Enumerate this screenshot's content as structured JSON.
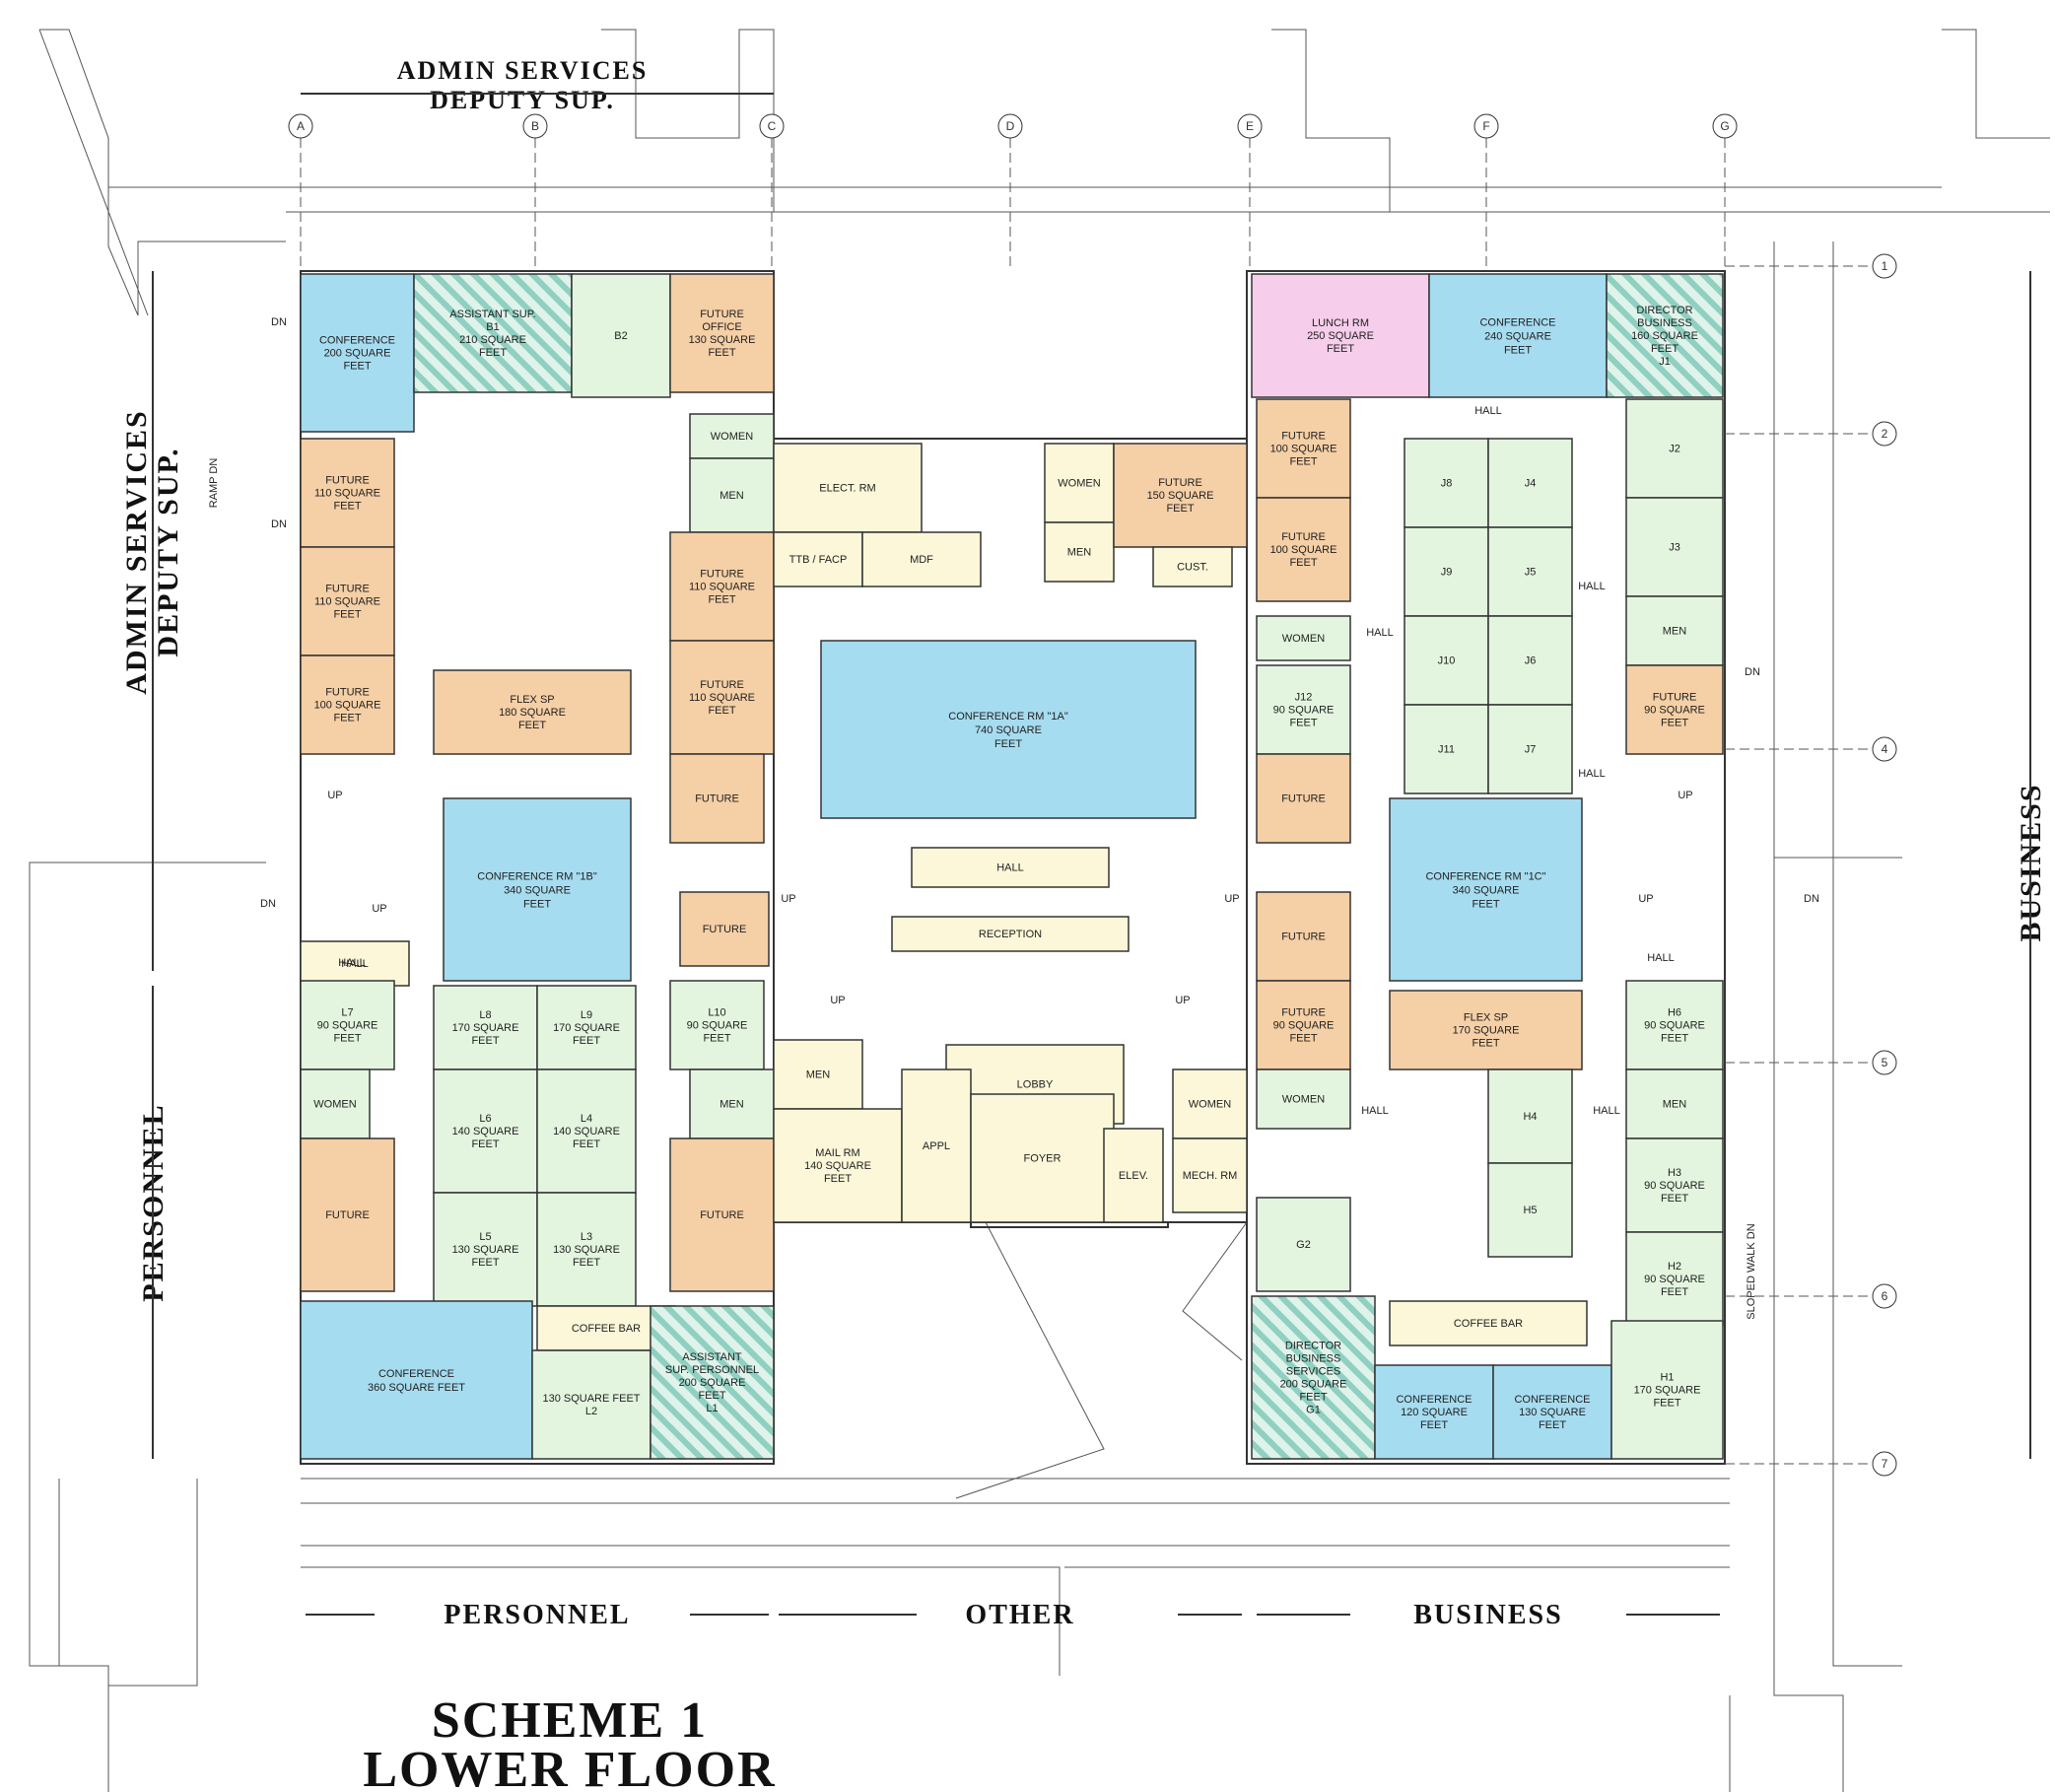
{
  "title": {
    "line1": "SCHEME 1",
    "line2": "LOWER FLOOR"
  },
  "zones": {
    "top": [
      "ADMIN SERVICES",
      "DEPUTY SUP."
    ],
    "left_top": [
      "ADMIN SERVICES",
      "DEPUTY SUP."
    ],
    "left_bottom": "PERSONNEL",
    "right": "BUSINESS",
    "bottom_left": "PERSONNEL",
    "bottom_mid": "OTHER",
    "bottom_right": "BUSINESS"
  },
  "grid_cols": [
    "A",
    "B",
    "C",
    "D",
    "E",
    "F",
    "G"
  ],
  "grid_rows": [
    "1",
    "2",
    "4",
    "5",
    "6",
    "7"
  ],
  "colors": {
    "conference": "#a6dcf0",
    "future": "#f5cfa5",
    "office": "#e3f5df",
    "hall": "#fbf7d8",
    "lunch": "#f6cdea",
    "hatch": "#8fd0c0"
  },
  "rooms": [
    {
      "id": "r1",
      "lines": [
        "CONFERENCE",
        "200 SQUARE",
        "FEET"
      ],
      "kind": "conference"
    },
    {
      "id": "r2",
      "lines": [
        "ASSISTANT SUP.",
        "B1",
        "210 SQUARE",
        "FEET"
      ],
      "kind": "hatch"
    },
    {
      "id": "r3",
      "lines": [
        "B2"
      ],
      "kind": "office"
    },
    {
      "id": "r4",
      "lines": [
        "FUTURE",
        "OFFICE",
        "130 SQUARE",
        "FEET"
      ],
      "kind": "future"
    },
    {
      "id": "r5",
      "lines": [
        "FUTURE",
        "110 SQUARE",
        "FEET"
      ],
      "kind": "future"
    },
    {
      "id": "r6",
      "lines": [
        "FUTURE",
        "110 SQUARE",
        "FEET"
      ],
      "kind": "future"
    },
    {
      "id": "r7",
      "lines": [
        "FUTURE",
        "100 SQUARE",
        "FEET"
      ],
      "kind": "future"
    },
    {
      "id": "r8",
      "lines": [
        "FLEX SP",
        "180 SQUARE",
        "FEET"
      ],
      "kind": "future"
    },
    {
      "id": "r9",
      "lines": [
        "WOMEN"
      ],
      "kind": "office"
    },
    {
      "id": "r10",
      "lines": [
        "MEN"
      ],
      "kind": "office"
    },
    {
      "id": "r11",
      "lines": [
        "FUTURE",
        "110 SQUARE",
        "FEET"
      ],
      "kind": "future"
    },
    {
      "id": "r12",
      "lines": [
        "FUTURE",
        "110 SQUARE",
        "FEET"
      ],
      "kind": "future"
    },
    {
      "id": "r13",
      "lines": [
        "FUTURE"
      ],
      "kind": "future"
    },
    {
      "id": "r14",
      "lines": [
        "CONFERENCE RM \"1B\"",
        "340 SQUARE",
        "FEET"
      ],
      "kind": "conference"
    },
    {
      "id": "r15",
      "lines": [
        "HALL"
      ],
      "kind": "hall"
    },
    {
      "id": "r16",
      "lines": [
        "L7",
        "90 SQUARE",
        "FEET"
      ],
      "kind": "office"
    },
    {
      "id": "r17",
      "lines": [
        "L8",
        "170 SQUARE",
        "FEET"
      ],
      "kind": "office"
    },
    {
      "id": "r18",
      "lines": [
        "L9",
        "170 SQUARE",
        "FEET"
      ],
      "kind": "office"
    },
    {
      "id": "r19",
      "lines": [
        "L10",
        "90 SQUARE",
        "FEET"
      ],
      "kind": "office"
    },
    {
      "id": "r20",
      "lines": [
        "FUTURE"
      ],
      "kind": "future"
    },
    {
      "id": "r21",
      "lines": [
        "WOMEN"
      ],
      "kind": "office"
    },
    {
      "id": "r22",
      "lines": [
        "L6",
        "140 SQUARE",
        "FEET"
      ],
      "kind": "office"
    },
    {
      "id": "r23",
      "lines": [
        "L4",
        "140 SQUARE",
        "FEET"
      ],
      "kind": "office"
    },
    {
      "id": "r24",
      "lines": [
        "MEN"
      ],
      "kind": "office"
    },
    {
      "id": "r25",
      "lines": [
        "FUTURE"
      ],
      "kind": "future"
    },
    {
      "id": "r26",
      "lines": [
        "L5",
        "130 SQUARE",
        "FEET"
      ],
      "kind": "office"
    },
    {
      "id": "r27",
      "lines": [
        "L3",
        "130 SQUARE",
        "FEET"
      ],
      "kind": "office"
    },
    {
      "id": "r28",
      "lines": [
        "FUTURE"
      ],
      "kind": "future"
    },
    {
      "id": "r29",
      "lines": [
        "COFFEE BAR"
      ],
      "kind": "hall"
    },
    {
      "id": "r30",
      "lines": [
        "CONFERENCE",
        "360 SQUARE FEET"
      ],
      "kind": "conference"
    },
    {
      "id": "r31",
      "lines": [
        "130 SQUARE FEET",
        "L2"
      ],
      "kind": "office"
    },
    {
      "id": "r32",
      "lines": [
        "ASSISTANT",
        "SUP. PERSONNEL",
        "200 SQUARE",
        "FEET",
        "L1"
      ],
      "kind": "hatch"
    },
    {
      "id": "r33",
      "lines": [
        "ELECT. RM"
      ],
      "kind": "hall"
    },
    {
      "id": "r34",
      "lines": [
        "TTB / FACP"
      ],
      "kind": "hall"
    },
    {
      "id": "r35",
      "lines": [
        "MDF"
      ],
      "kind": "hall"
    },
    {
      "id": "r36",
      "lines": [
        "WOMEN"
      ],
      "kind": "hall"
    },
    {
      "id": "r37",
      "lines": [
        "MEN"
      ],
      "kind": "hall"
    },
    {
      "id": "r38",
      "lines": [
        "FUTURE",
        "150 SQUARE",
        "FEET"
      ],
      "kind": "future"
    },
    {
      "id": "r39",
      "lines": [
        "CUST."
      ],
      "kind": "hall"
    },
    {
      "id": "r40",
      "lines": [
        "CONFERENCE RM \"1A\"",
        "740 SQUARE",
        "FEET"
      ],
      "kind": "conference"
    },
    {
      "id": "r41",
      "lines": [
        "HALL"
      ],
      "kind": "hall"
    },
    {
      "id": "r42",
      "lines": [
        "RECEPTION"
      ],
      "kind": "hall"
    },
    {
      "id": "r43",
      "lines": [
        "MEN"
      ],
      "kind": "hall"
    },
    {
      "id": "r44",
      "lines": [
        "LOBBY"
      ],
      "kind": "hall"
    },
    {
      "id": "r45",
      "lines": [
        "MAIL RM",
        "140 SQUARE",
        "FEET"
      ],
      "kind": "hall"
    },
    {
      "id": "r46",
      "lines": [
        "APPL"
      ],
      "kind": "hall"
    },
    {
      "id": "r47",
      "lines": [
        "FOYER"
      ],
      "kind": "hall"
    },
    {
      "id": "r48",
      "lines": [
        "ELEV."
      ],
      "kind": "hall"
    },
    {
      "id": "r49",
      "lines": [
        "WOMEN"
      ],
      "kind": "hall"
    },
    {
      "id": "r50",
      "lines": [
        "MECH. RM"
      ],
      "kind": "hall"
    },
    {
      "id": "r51",
      "lines": [
        "LUNCH RM",
        "250 SQUARE",
        "FEET"
      ],
      "kind": "lunch"
    },
    {
      "id": "r52",
      "lines": [
        "CONFERENCE",
        "240 SQUARE",
        "FEET"
      ],
      "kind": "conference"
    },
    {
      "id": "r53",
      "lines": [
        "DIRECTOR",
        "BUSINESS",
        "160 SQUARE",
        "FEET",
        "J1"
      ],
      "kind": "hatch"
    },
    {
      "id": "r54",
      "lines": [
        "FUTURE",
        "100 SQUARE",
        "FEET"
      ],
      "kind": "future"
    },
    {
      "id": "r55",
      "lines": [
        "FUTURE",
        "100 SQUARE",
        "FEET"
      ],
      "kind": "future"
    },
    {
      "id": "r56",
      "lines": [
        "WOMEN"
      ],
      "kind": "office"
    },
    {
      "id": "r57",
      "lines": [
        "J12",
        "90 SQUARE",
        "FEET"
      ],
      "kind": "office"
    },
    {
      "id": "r58",
      "lines": [
        "FUTURE"
      ],
      "kind": "future"
    },
    {
      "id": "r59",
      "lines": [
        "J8"
      ],
      "kind": "office"
    },
    {
      "id": "r60",
      "lines": [
        "J4"
      ],
      "kind": "office"
    },
    {
      "id": "r61",
      "lines": [
        "J9"
      ],
      "kind": "office"
    },
    {
      "id": "r62",
      "lines": [
        "J5"
      ],
      "kind": "office"
    },
    {
      "id": "r63",
      "lines": [
        "J10"
      ],
      "kind": "office"
    },
    {
      "id": "r64",
      "lines": [
        "J6"
      ],
      "kind": "office"
    },
    {
      "id": "r65",
      "lines": [
        "J11"
      ],
      "kind": "office"
    },
    {
      "id": "r66",
      "lines": [
        "J7"
      ],
      "kind": "office"
    },
    {
      "id": "r67",
      "lines": [
        "J2"
      ],
      "kind": "office"
    },
    {
      "id": "r68",
      "lines": [
        "J3"
      ],
      "kind": "office"
    },
    {
      "id": "r69",
      "lines": [
        "MEN"
      ],
      "kind": "office"
    },
    {
      "id": "r70",
      "lines": [
        "FUTURE",
        "90 SQUARE",
        "FEET"
      ],
      "kind": "future"
    },
    {
      "id": "r71",
      "lines": [
        "CONFERENCE RM \"1C\"",
        "340 SQUARE",
        "FEET"
      ],
      "kind": "conference"
    },
    {
      "id": "r72",
      "lines": [
        "FUTURE"
      ],
      "kind": "future"
    },
    {
      "id": "r73",
      "lines": [
        "FUTURE",
        "90 SQUARE",
        "FEET"
      ],
      "kind": "future"
    },
    {
      "id": "r74",
      "lines": [
        "FLEX SP",
        "170 SQUARE",
        "FEET"
      ],
      "kind": "future"
    },
    {
      "id": "r75",
      "lines": [
        "H6",
        "90 SQUARE",
        "FEET"
      ],
      "kind": "office"
    },
    {
      "id": "r76",
      "lines": [
        "WOMEN"
      ],
      "kind": "office"
    },
    {
      "id": "r77",
      "lines": [
        "MEN"
      ],
      "kind": "office"
    },
    {
      "id": "r78",
      "lines": [
        "H4"
      ],
      "kind": "office"
    },
    {
      "id": "r79",
      "lines": [
        "H5"
      ],
      "kind": "office"
    },
    {
      "id": "r80",
      "lines": [
        "H3",
        "90 SQUARE",
        "FEET"
      ],
      "kind": "office"
    },
    {
      "id": "r81",
      "lines": [
        "G2"
      ],
      "kind": "office"
    },
    {
      "id": "r82",
      "lines": [
        "H2",
        "90 SQUARE",
        "FEET"
      ],
      "kind": "office"
    },
    {
      "id": "r83",
      "lines": [
        "COFFEE BAR"
      ],
      "kind": "hall"
    },
    {
      "id": "r84",
      "lines": [
        "DIRECTOR",
        "BUSINESS",
        "SERVICES",
        "200 SQUARE",
        "FEET",
        "G1"
      ],
      "kind": "hatch"
    },
    {
      "id": "r85",
      "lines": [
        "CONFERENCE",
        "120 SQUARE",
        "FEET"
      ],
      "kind": "conference"
    },
    {
      "id": "r86",
      "lines": [
        "CONFERENCE",
        "130 SQUARE",
        "FEET"
      ],
      "kind": "conference"
    },
    {
      "id": "r87",
      "lines": [
        "H1",
        "170 SQUARE",
        "FEET"
      ],
      "kind": "office"
    }
  ],
  "labels": [
    {
      "id": "t1",
      "text": "HALL"
    },
    {
      "id": "t2",
      "text": "HALL"
    },
    {
      "id": "t3",
      "text": "HALL"
    },
    {
      "id": "t4",
      "text": "HALL"
    },
    {
      "id": "t5",
      "text": "HALL"
    },
    {
      "id": "t6",
      "text": "HALL"
    },
    {
      "id": "t7",
      "text": "HALL"
    },
    {
      "id": "t8",
      "text": "HALL"
    },
    {
      "id": "t9",
      "text": "UP"
    },
    {
      "id": "t10",
      "text": "UP"
    },
    {
      "id": "t11",
      "text": "UP"
    },
    {
      "id": "t12",
      "text": "UP"
    },
    {
      "id": "t13",
      "text": "UP"
    },
    {
      "id": "t14",
      "text": "UP"
    },
    {
      "id": "t15",
      "text": "UP"
    },
    {
      "id": "t16",
      "text": "UP"
    },
    {
      "id": "t17",
      "text": "DN"
    },
    {
      "id": "t18",
      "text": "DN"
    },
    {
      "id": "t19",
      "text": "DN"
    },
    {
      "id": "t20",
      "text": "DN"
    },
    {
      "id": "t21",
      "text": "DN"
    },
    {
      "id": "t22",
      "text": "RAMP DN"
    },
    {
      "id": "t23",
      "text": "SLOPED WALK DN"
    }
  ]
}
